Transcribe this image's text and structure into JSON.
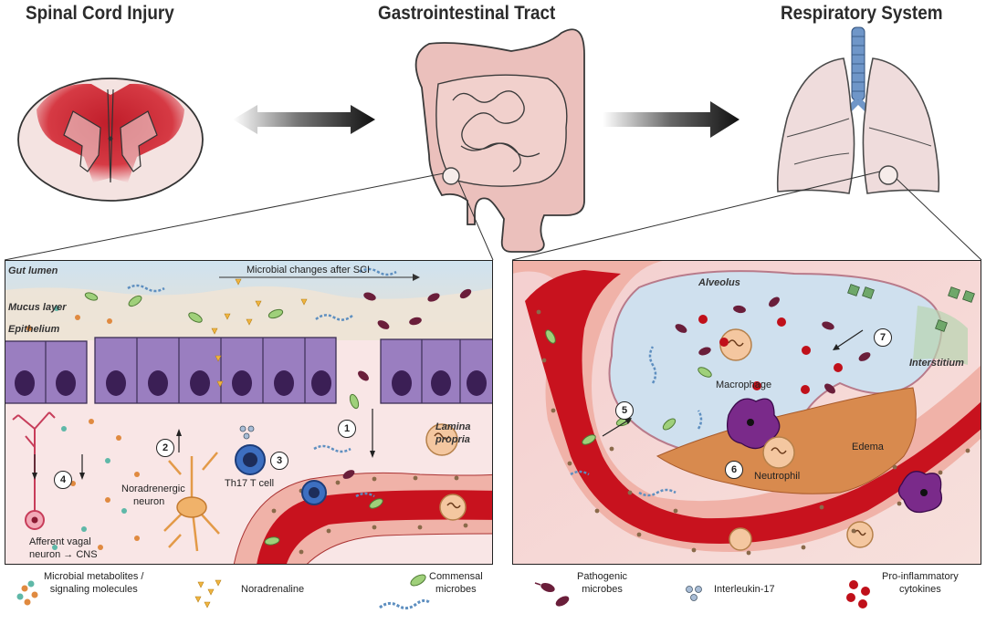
{
  "titles": {
    "sci": "Spinal Cord Injury",
    "gi": "Gastrointestinal Tract",
    "resp": "Respiratory System"
  },
  "gut_panel": {
    "gut_lumen": "Gut lumen",
    "microbial_changes": "Microbial changes after SCI",
    "mucus_layer": "Mucus layer",
    "epithelium": "Epithelium",
    "lamina_propria_1": "Lamina",
    "lamina_propria_2": "propria",
    "noradrenergic_1": "Noradrenergic",
    "noradrenergic_2": "neuron",
    "th17": "Th17 T cell",
    "afferent": "Afferent vagal",
    "afferent_2": "neuron → CNS",
    "steps": [
      "1",
      "2",
      "3",
      "4"
    ]
  },
  "lung_panel": {
    "alveolus": "Alveolus",
    "interstitium": "Interstitium",
    "macrophage": "Macrophage",
    "edema": "Edema",
    "neutrophil": "Neutrophil",
    "steps": [
      "5",
      "6",
      "7"
    ]
  },
  "legend": [
    {
      "icon": "metabolites-icon",
      "line1": "Microbial metabolites /",
      "line2": "signaling molecules"
    },
    {
      "icon": "noradrenaline-icon",
      "line1": "Noradrenaline",
      "line2": ""
    },
    {
      "icon": "commensal-icon",
      "line1": "Commensal",
      "line2": "microbes"
    },
    {
      "icon": "pathogenic-icon",
      "line1": "Pathogenic",
      "line2": "microbes"
    },
    {
      "icon": "interleukin-icon",
      "line1": "Interleukin-17",
      "line2": ""
    },
    {
      "icon": "cytokines-icon",
      "line1": "Pro-inflammatory",
      "line2": "cytokines"
    }
  ],
  "colors": {
    "vessel": "#c8121e",
    "vessel_wall": "#f2b8b0",
    "epithelium": "#9a7ec0",
    "tissue": "#f9e6e6",
    "alveolus": "#cfe0ee",
    "edema": "#d88a4e",
    "neuron": "#e9a45a",
    "lesion": "#d63a44"
  }
}
